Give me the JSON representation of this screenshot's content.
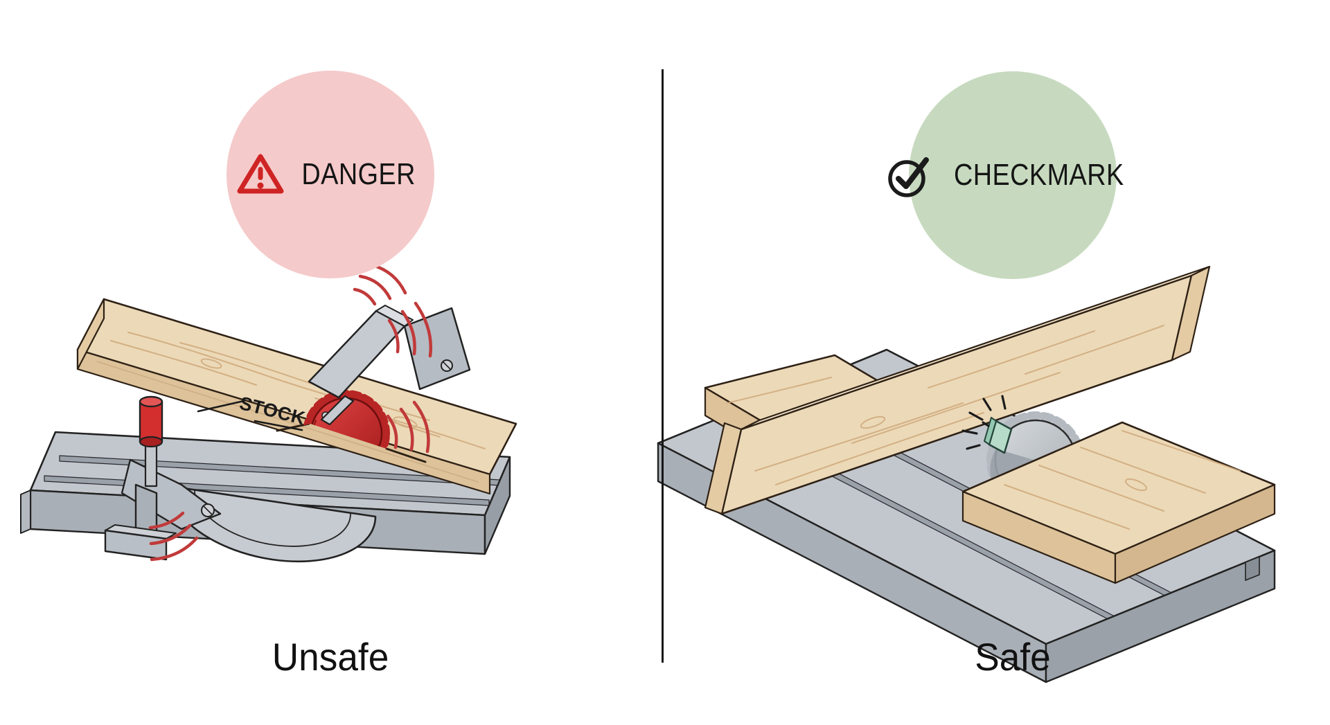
{
  "diagram": {
    "title_implied": "Table saw usage comparison",
    "panels": {
      "unsafe": {
        "badge_label": "DANGER",
        "badge_icon": "warning-triangle-icon",
        "badge_bg": "#f5caca",
        "caption": "Unsafe",
        "stock_label": "STOCK"
      },
      "safe": {
        "badge_label": "CHECKMARK",
        "badge_icon": "circle-check-icon",
        "badge_bg": "#c7dabf",
        "caption": "Safe"
      }
    },
    "colors": {
      "background": "#ffffff",
      "divider": "#161616",
      "danger_circle": "#f5caca",
      "danger_icon_red": "#cf2424",
      "safe_circle": "#c7dabf",
      "check_icon": "#1b1b1b",
      "wood_top": "#ecd9b8",
      "wood_front": "#ddc29a",
      "wood_end": "#e4cba4",
      "wood_grain": "#cfa97c",
      "table_top": "#c2c7cd",
      "table_front": "#a9afb6",
      "blade_red": "#d63434",
      "blade_red_dark": "#a51d1d",
      "blade_silver": "#c9cdd1",
      "vibration_red": "#c13a3a",
      "knob_red": "#d32f2f",
      "chip_green": "#b7dbc9",
      "outline": "#222222"
    }
  }
}
